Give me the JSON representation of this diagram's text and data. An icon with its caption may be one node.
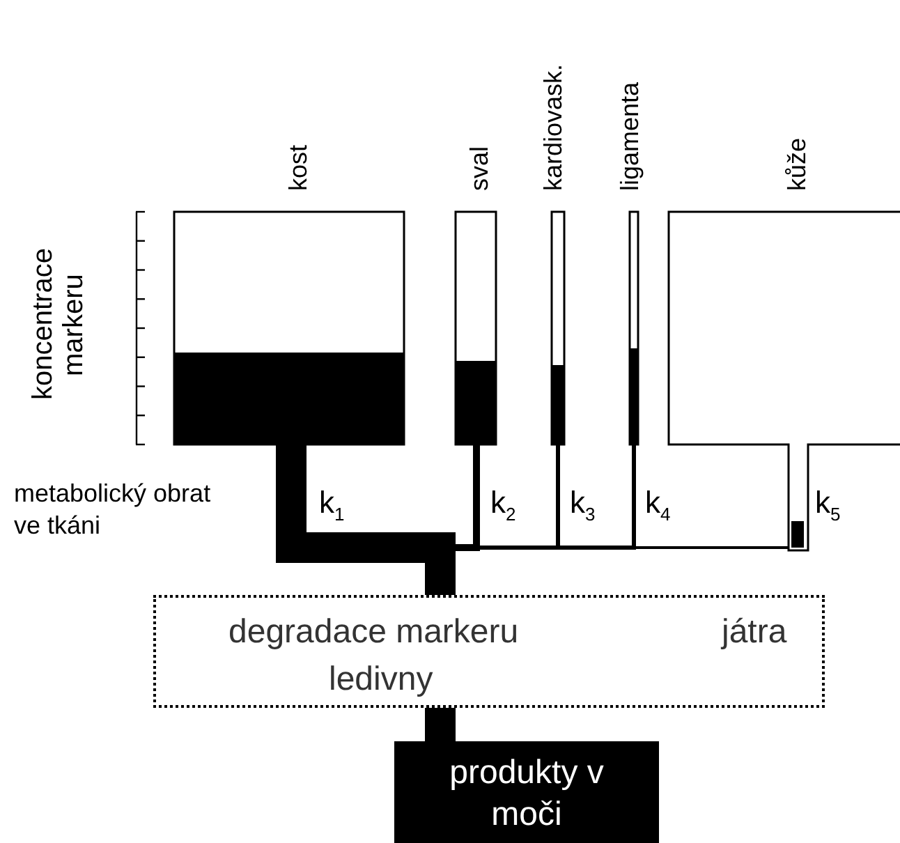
{
  "diagram": {
    "nodes": [
      {
        "text": [
          "kost"
        ]
      },
      {
        "text": [
          "sval"
        ]
      },
      {
        "text": [
          "kardiovask."
        ]
      },
      {
        "text": [
          "ligamenta"
        ]
      },
      {
        "text": [
          "kůže"
        ]
      },
      {
        "text": [
          "degradace markeru",
          "játra",
          "ledivny"
        ]
      },
      {
        "text": [
          "produkty v moči"
        ]
      }
    ],
    "edges": [
      {
        "from": 0,
        "to": 5,
        "arrow": "none",
        "label": "k$_{1}$",
        "style": "thick"
      },
      {
        "from": 1,
        "to": 5,
        "arrow": "none",
        "label": "k$_{2}$"
      },
      {
        "from": 2,
        "to": 5,
        "arrow": "none",
        "label": "k$_{3}$"
      },
      {
        "from": 3,
        "to": 5,
        "arrow": "none",
        "label": "k$_{4}$"
      },
      {
        "from": 4,
        "to": 5,
        "arrow": "none",
        "label": "k$_{5}$"
      },
      {
        "from": 5,
        "to": 6,
        "arrow": "none",
        "style": "thick"
      }
    ],
    "labels": [
      "koncentrace markeru",
      "metabolický obrat ve tkáni"
    ]
  }
}
